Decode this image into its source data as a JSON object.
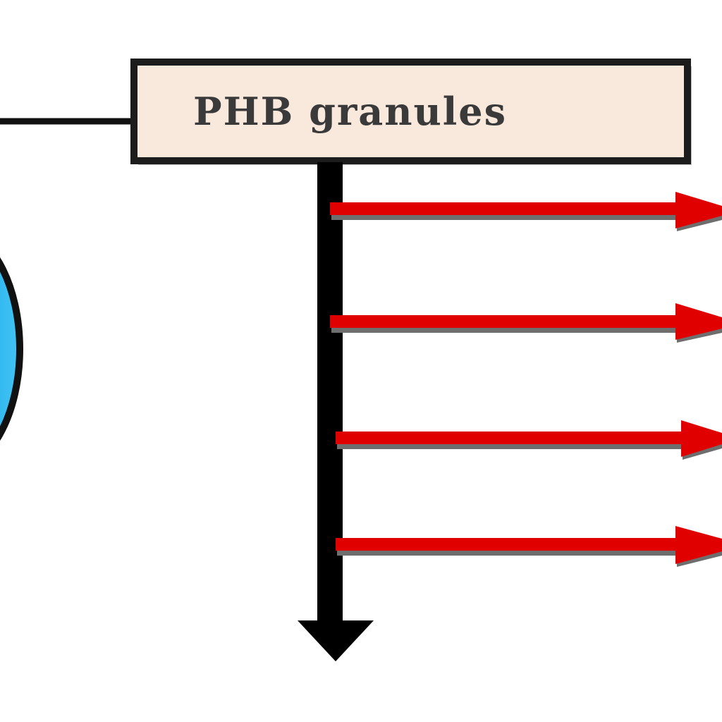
{
  "box": {
    "label": "PHB granules"
  },
  "colors": {
    "box_fill": "#f9e8dc",
    "box_border": "#1c1c1c",
    "trunk_arrow": "#000000",
    "branch_arrow": "#e00000",
    "branch_shadow": "#6e6e6e",
    "cell_fill": "#1aa8e8"
  },
  "icons": {
    "cell": "blue-ellipse",
    "arrows": "arrow-right"
  }
}
